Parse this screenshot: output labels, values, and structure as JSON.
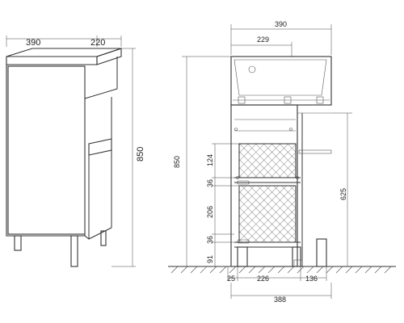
{
  "left_view": {
    "dims": {
      "width": "390",
      "depth": "220",
      "height": "850"
    }
  },
  "right_view": {
    "dims": {
      "top_width": "390",
      "basin_offset": "229",
      "height_total": "850",
      "side_height": "625",
      "drawer_upper": "124",
      "gap_upper": "36",
      "drawer_lower": "206",
      "gap_lower": "36",
      "plinth": "91",
      "foot_left": "25",
      "foot_span": "226",
      "foot_right": "136",
      "bottom_width": "388"
    }
  }
}
